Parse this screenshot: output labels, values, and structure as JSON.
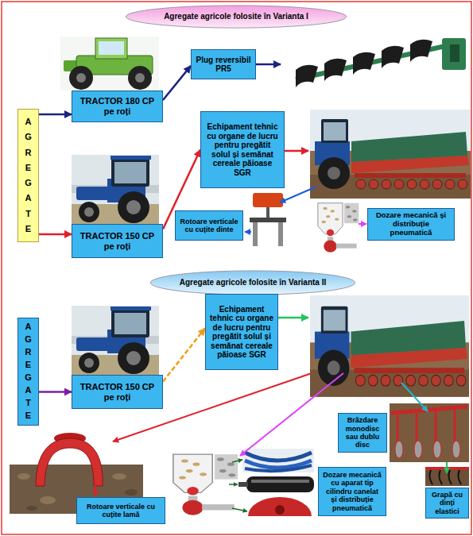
{
  "diagram": {
    "nodes": [
      {
        "text": [
          "Agregate agricole folosite în Varianta I"
        ]
      },
      {
        "text": [
          "AGREGATE"
        ]
      },
      {
        "text": [
          "TRACTOR 180 CP pe roți"
        ]
      },
      {
        "text": [
          "Plug reversibil PR5"
        ]
      },
      {
        "text": [
          "Echipament tehnic cu organe de lucru pentru pregătit solul și semănat cereale păioase SGR"
        ]
      },
      {
        "text": [
          "TRACTOR 150 CP pe roți"
        ]
      },
      {
        "text": [
          "Rotoare verticale cu cuțite dinte"
        ]
      },
      {
        "text": [
          "Dozare mecanică și distribuție pneumatică"
        ]
      },
      {
        "text": [
          "Agregate agricole folosite în Varianta II"
        ]
      },
      {
        "text": [
          "AGREGATE"
        ]
      },
      {
        "text": [
          "Echipament tehnic cu organe de lucru pentru pregătit solul și semănat cereale păioase SGR"
        ]
      },
      {
        "text": [
          "TRACTOR 150 CP pe roți"
        ]
      },
      {
        "text": [
          "Brăzdare monodisc sau dublu disc"
        ]
      },
      {
        "text": [
          "Dozare mecanică cu aparat tip cilindru canelat și distribuție pneumatică"
        ]
      },
      {
        "text": [
          "Grapă cu dinți elastici"
        ]
      },
      {
        "text": [
          "Rotoare verticale cu cuțite lamă"
        ]
      }
    ],
    "edges": [
      {
        "from": 1,
        "to": 2,
        "arrow": "to"
      },
      {
        "from": 1,
        "to": 5,
        "arrow": "to"
      },
      {
        "from": 2,
        "to": 3,
        "arrow": "to"
      },
      {
        "from": 5,
        "to": 4,
        "arrow": "to"
      },
      {
        "from": 9,
        "to": 11,
        "arrow": "to"
      },
      {
        "from": 11,
        "to": 10,
        "arrow": "to"
      }
    ]
  }
}
